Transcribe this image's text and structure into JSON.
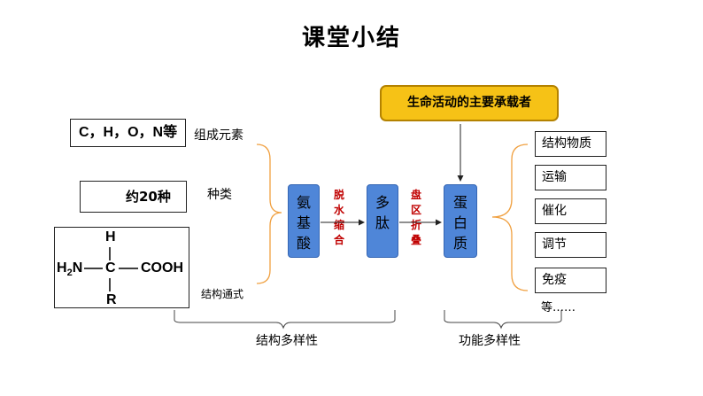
{
  "title": "课堂小结",
  "elements_box": {
    "text": "C，H，O，N等"
  },
  "elements_label": "组成元素",
  "types_box": {
    "text": "约20种"
  },
  "types_label": "种类",
  "formula": {
    "h": "H",
    "h2n": "H",
    "h2n_sub": "2",
    "h2n_n": "N",
    "c": "C",
    "cooh": "COOH",
    "r": "R"
  },
  "formula_label": "结构通式",
  "amino_acid": [
    "氨",
    "基",
    "酸"
  ],
  "step1": [
    "脱",
    "水",
    "缩",
    "合"
  ],
  "peptide": [
    "多",
    "肽"
  ],
  "step2": [
    "盘",
    "区",
    "折",
    "叠"
  ],
  "protein": [
    "蛋",
    "白",
    "质"
  ],
  "main_role": "生命活动的主要承载者",
  "functions": [
    "结构物质",
    "运输",
    "催化",
    "调节",
    "免疫"
  ],
  "etc": "等……",
  "diversity": {
    "structure": "结构多样性",
    "function": "功能多样性"
  },
  "colors": {
    "blue": "#4f86d8",
    "gold": "#f6c216",
    "red": "#c00000"
  }
}
